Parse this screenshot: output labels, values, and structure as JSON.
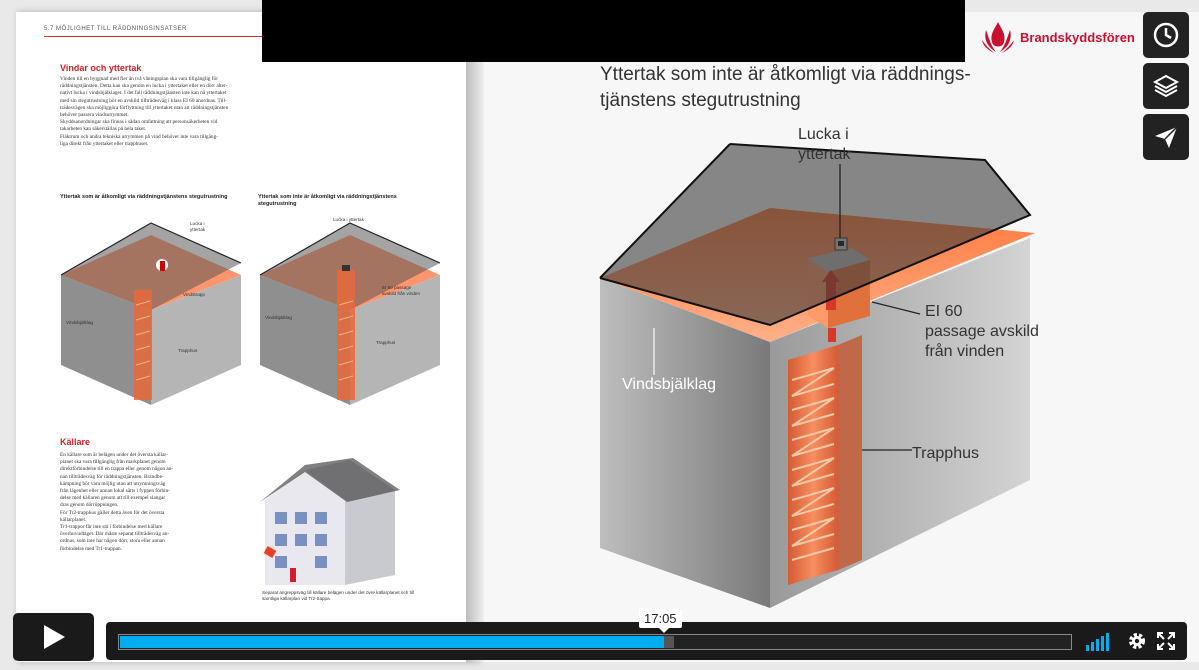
{
  "left_page": {
    "header": "5.7 Möjlighet till räddningsinsatser",
    "section1_title": "Vindar och yttertak",
    "section1_text": [
      "Vinden till en byggnad med fler än två våningsplan ska vara tillgänglig för",
      "räddningstjänsten. Detta kan ska genom en lucka i yttertaket eller en dörr alter-",
      "nativt lucka i vindsbjälklaget. I det fall räddningstjänsten inte kan nå yttertaket",
      "med sin stegutrustning bör en avskild tillträdesväg i klass EI 60 anordnas. Till-",
      "trädesvägen ska möjliggöra förflyttning till yttertaket utan att räddningstjänsten",
      "behöver passera vindsutrymmet.",
      "Skyddsanordningar ska finnas i sådan omfattning att personsäkerheten vid",
      "takarbeten kan säkerställas på hela taket.",
      "Fläktrum och andra tekniska utrymmen på vind behöver inte vara tillgäng-",
      "liga direkt från yttertaket eller trapphuset."
    ],
    "fig1_caption": "Yttertak som är åtkomligt via räddningstjänstens stegutrustning",
    "fig2_caption": "Yttertak som inte är åtkomligt via räddningstjänstens stegutrustning",
    "fig_labels": {
      "lucka": "Lucka i yttertak",
      "vindstrapp": "Vindstrapp",
      "vindsbjalklag": "Vindsbjälklag",
      "trapphus": "Trapphus",
      "ei60": "EI 60 passage avskild från vinden"
    },
    "section2_title": "Källare",
    "section2_text": [
      "En källare som är belägen under det översta källar-",
      "planet ska vara tillgänglig från markplanet genom",
      "direktförbindelse till en trappa eller genom någon an-",
      "nan tillträdesväg för räddningstjänsten. Brandbe-",
      "kämpning bör vara möjlig utan att utrymningsväg",
      "från lägenhet eller annan lokal sätts i fyppen förbin-",
      "delse med källaren genom att till exempel slangar",
      "dras genom dörröppningen.",
      "För Tr2-trapphus gäller detta även för det översta",
      "källarplanet.",
      "Tr1-trappor får inte stå i förbindelse med källare",
      "överhuvudtaget. Där måste separat tillträdesväg an-",
      "ordnas, som inte har någon dörr, stora eller annan",
      "förbindelse med Tr1-trappan."
    ],
    "fig3_caption": "Separat angreppsväg till källare belägen under det övre källarplanet och till samtliga källarplan vid Tr2-trappa"
  },
  "logo": {
    "text": "Brandskyddsfören"
  },
  "slide": {
    "title_line1": "Yttertak som inte är åtkomligt via räddnings-",
    "title_line2": "tjänstens stegutrustning",
    "label_lucka1": "Lucka i",
    "label_lucka2": "yttertak",
    "label_ei1": "EI 60",
    "label_ei2": "passage avskild",
    "label_ei3": "från vinden",
    "label_vind": "Vindsbjälklag",
    "label_trapp": "Trapphus"
  },
  "side_buttons": [
    "clock-icon",
    "layers-icon",
    "send-icon"
  ],
  "player": {
    "time": "17:05",
    "progress": 0.573,
    "loaded": 0.583,
    "accent": "#00adef"
  }
}
